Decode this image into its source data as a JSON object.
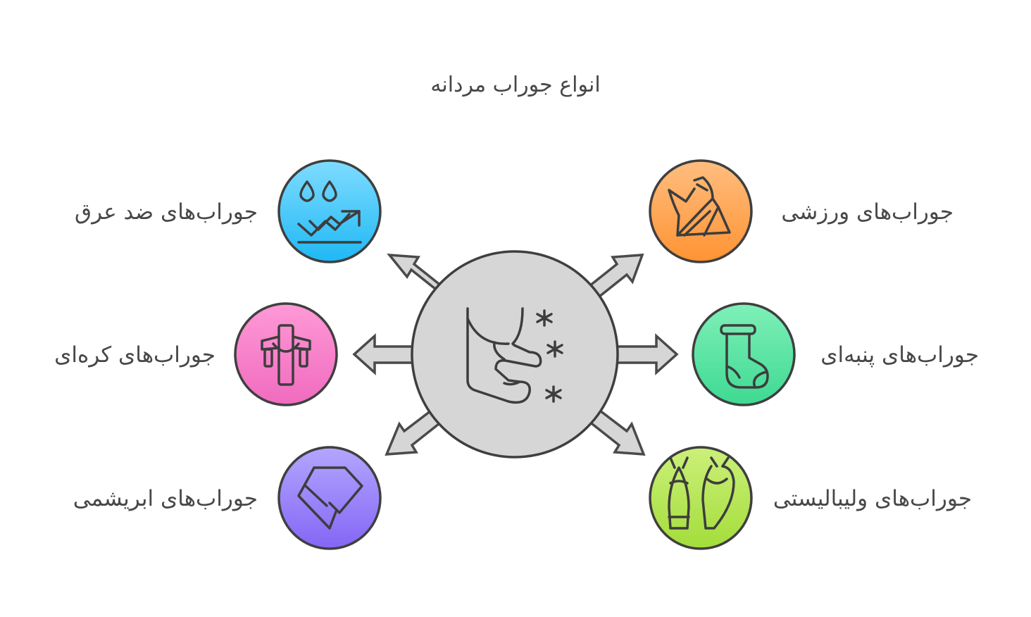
{
  "title": "انواع جوراب مردانه",
  "center": {
    "icon": "foot-stars-icon",
    "fill": "#d6d6d6"
  },
  "nodes": [
    {
      "id": "anti-sweat",
      "label": "جوراب‌های ضد عرق",
      "icon": "water-drops-moisture-wicking-icon",
      "colors": [
        "#7fdcff",
        "#1fb8f5"
      ]
    },
    {
      "id": "sports",
      "label": "جوراب‌های ورزشی",
      "icon": "running-shoe-icon",
      "colors": [
        "#ffbe80",
        "#ff9333"
      ]
    },
    {
      "id": "knitted",
      "label": "جوراب‌های کره‌ای",
      "icon": "knot-bow-icon",
      "colors": [
        "#ff99d6",
        "#f06bbf"
      ]
    },
    {
      "id": "cotton",
      "label": "جوراب‌های پنبه‌ای",
      "icon": "sock-icon",
      "colors": [
        "#7ff0b8",
        "#3ed992"
      ]
    },
    {
      "id": "silk",
      "label": "جوراب‌های ابریشمی",
      "icon": "silk-fabric-icon",
      "colors": [
        "#b3a6ff",
        "#8466f5"
      ]
    },
    {
      "id": "ballet",
      "label": "جوراب‌های ولیبالیستی",
      "icon": "ballet-slippers-icon",
      "colors": [
        "#ccf07a",
        "#a3dd3a"
      ]
    }
  ]
}
